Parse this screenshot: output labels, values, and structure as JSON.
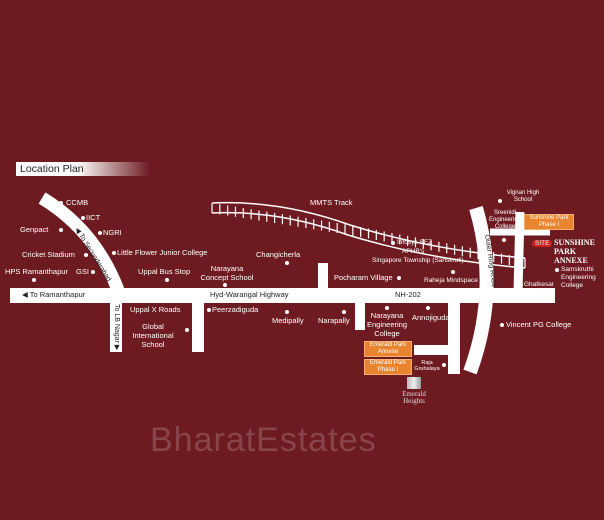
{
  "title": "Location Plan",
  "watermark": "BharatEstates",
  "roads": {
    "highway": "Hyd-Warangal Highway",
    "nh": "NH-202",
    "ramanthapur": "To Ramanthapur",
    "secunderabad": "To Secunderabad",
    "lb_nagar": "To LB Nagar",
    "outer_ring": "Outer Ring Road",
    "mmts": "MMTS Track"
  },
  "places": {
    "ccmb": "CCMB",
    "iict": "IICT",
    "genpact": "Genpact",
    "ngri": "NGRI",
    "cricket": "Cricket Stadium",
    "little_flower": "Little Flower Junior College",
    "hps": "HPS Ramanthapur",
    "gsi": "GSI",
    "uppal_bus": "Uppal Bus Stop",
    "narayana_concept": "Narayana Concept School",
    "changicherla": "Changicherla",
    "uppal_x": "Uppal X Roads",
    "global": "Global International School",
    "peerzadiguda": "Peerzadiguda",
    "medipally": "Medipally",
    "narapally": "Narapally",
    "narayana_eng": "Narayana Engineering College",
    "annojiguda": "Annojiguda",
    "infosys": "Infosys SEZ",
    "aphb": "APHB's",
    "singapore": "Singapore Township (Sanskruti)",
    "pocharam": "Pocharam Village",
    "raheja": "Raheja Mindspace SEZ",
    "vignan": "Vignan High School",
    "sreenidi": "Sreenidi Engineering College",
    "samskruthi": "Samskruthi Engineering College",
    "ghatkesar": "Ghatkesar",
    "vincent": "Vincent PG College",
    "raja": "Raja Gruhalaya"
  },
  "projects": {
    "sunshine_phase1": "Sunshine Park Phase I",
    "site": "SITE",
    "sunshine_annexe": "SUNSHINE PARK ANNEXE",
    "emerald_annexe": "Emerald Park Annexe",
    "emerald_phase1": "Emerald Park Phase I",
    "emerald_heights": "Emerald Heights"
  },
  "colors": {
    "background": "#6d1b21",
    "road": "#ffffff",
    "project": "#e9852e",
    "site": "#c9231f"
  }
}
